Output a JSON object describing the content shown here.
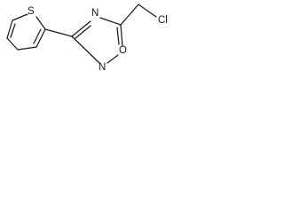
{
  "molecule": {
    "atoms": {
      "thiophene_sulfur": "S",
      "oxadiazole_n4": "N",
      "oxadiazole_n2": "N",
      "oxadiazole_o1": "O",
      "chlorine": "Cl"
    },
    "colors": {
      "ink": "#1a1a1a",
      "background": "#ffffff"
    }
  }
}
